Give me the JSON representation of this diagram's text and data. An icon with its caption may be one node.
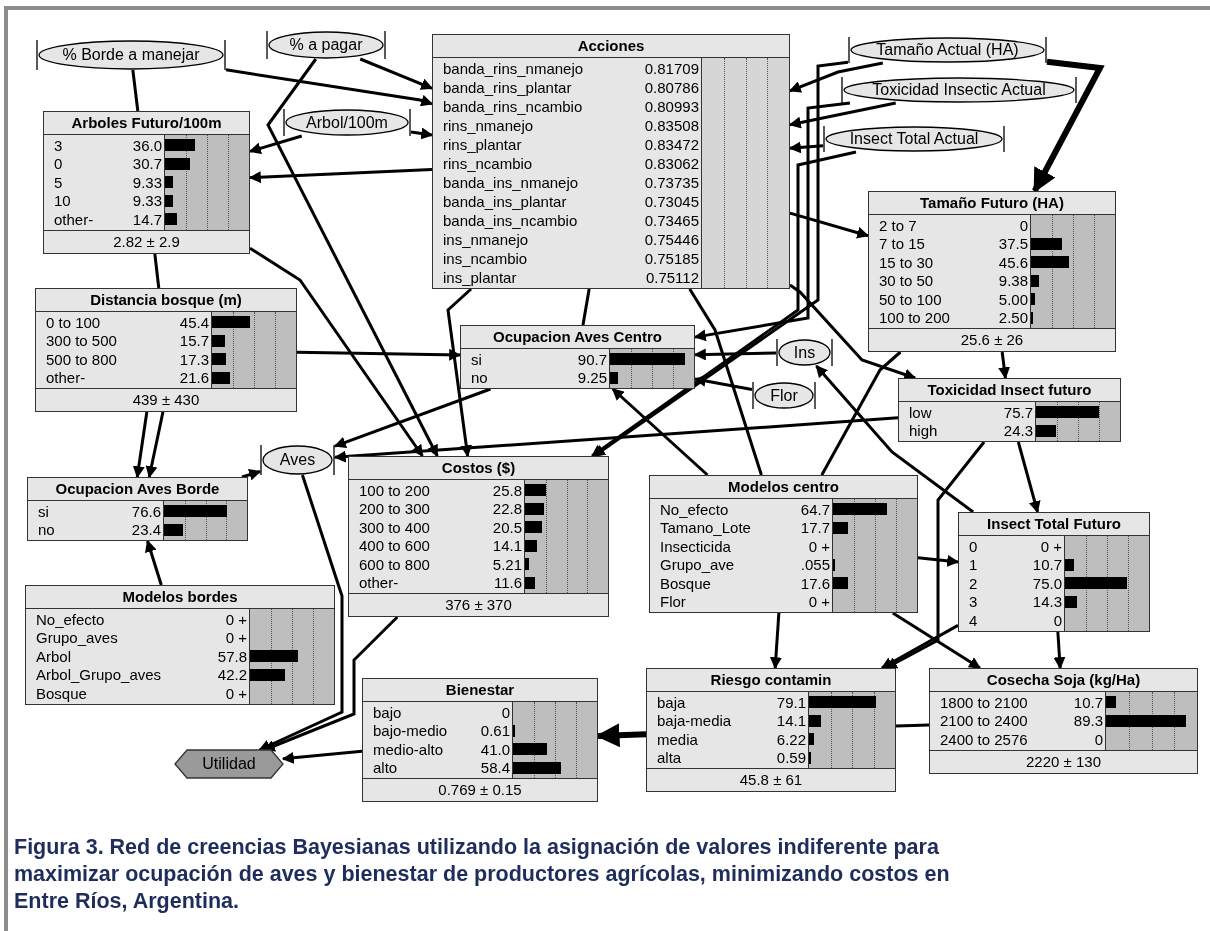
{
  "diagram": {
    "caption": "Figura 3. Red de creencias Bayesianas utilizando la asignación de valores indiferente para maximizar ocupación de aves y bienestar de productores agrícolas, minimizando costos en Entre Ríos, Argentina.",
    "nodes": [
      {
        "text": [
          "% Borde a manejar"
        ]
      },
      {
        "text": [
          "% a pagar"
        ]
      },
      {
        "text": [
          "Acciones",
          "banda_rins_nmanejo",
          "0.81709",
          "banda_rins_plantar",
          "0.80786",
          "banda_rins_ncambio",
          "0.80993",
          "rins_nmanejo",
          "0.83508",
          "rins_plantar",
          "0.83472",
          "rins_ncambio",
          "0.83062",
          "banda_ins_nmanejo",
          "0.73735",
          "banda_ins_plantar",
          "0.73045",
          "banda_ins_ncambio",
          "0.73465",
          "ins_nmanejo",
          "0.75446",
          "ins_ncambio",
          "0.75185",
          "ins_plantar",
          "0.75112"
        ]
      },
      {
        "text": [
          "Tamaño Actual (HA)"
        ]
      },
      {
        "text": [
          "Toxicidad Insectic Actual"
        ]
      },
      {
        "text": [
          "Arbol/100m"
        ]
      },
      {
        "text": [
          "Insect Total Actual"
        ]
      },
      {
        "text": [
          "Arboles Futuro/100m",
          "3",
          "36.0",
          "0",
          "30.7",
          "5",
          "9.33",
          "10",
          "9.33",
          "other-",
          "14.7",
          "2.82 ± 2.9"
        ]
      },
      {
        "text": [
          "Tamaño Futuro (HA)",
          "2 to 7",
          "0",
          "7 to 15",
          "37.5",
          "15 to 30",
          "45.6",
          "30 to 50",
          "9.38",
          "50 to 100",
          "5.00",
          "100 to 200",
          "2.50",
          "25.6 ± 26"
        ]
      },
      {
        "text": [
          "Distancia bosque (m)",
          "0 to 100",
          "45.4",
          "300 to 500",
          "15.7",
          "500 to 800",
          "17.3",
          "other-",
          "21.6",
          "439 ± 430"
        ]
      },
      {
        "text": [
          "Ocupacion Aves Centro",
          "si",
          "90.7",
          "no",
          "9.25"
        ]
      },
      {
        "text": [
          "Ins"
        ]
      },
      {
        "text": [
          "Flor"
        ]
      },
      {
        "text": [
          "Toxicidad Insect futuro",
          "low",
          "75.7",
          "high",
          "24.3"
        ]
      },
      {
        "text": [
          "Aves"
        ]
      },
      {
        "text": [
          "Costos ($)",
          "100 to 200",
          "25.8",
          "200 to 300",
          "22.8",
          "300 to 400",
          "20.5",
          "400 to 600",
          "14.1",
          "600 to 800",
          "5.21",
          "other-",
          "11.6",
          "376 ± 370"
        ]
      },
      {
        "text": [
          "Modelos centro",
          "No_efecto",
          "64.7",
          "Tamano_Lote",
          "17.7",
          "Insecticida",
          "0 +",
          "Grupo_ave",
          ".055",
          "Bosque",
          "17.6",
          "Flor",
          "0 +"
        ]
      },
      {
        "text": [
          "Ocupacion Aves Borde",
          "si",
          "76.6",
          "no",
          "23.4"
        ]
      },
      {
        "text": [
          "Insect Total Futuro",
          "0",
          "0 +",
          "1",
          "10.7",
          "2",
          "75.0",
          "3",
          "14.3",
          "4",
          "0"
        ]
      },
      {
        "text": [
          "Modelos bordes",
          "No_efecto",
          "0 +",
          "Grupo_aves",
          "0 +",
          "Arbol",
          "57.8",
          "Arbol_Grupo_aves",
          "42.2",
          "Bosque",
          "0 +"
        ]
      },
      {
        "text": [
          "Riesgo contamin",
          "baja",
          "79.1",
          "baja-media",
          "14.1",
          "media",
          "6.22",
          "alta",
          "0.59",
          "45.8 ± 61"
        ]
      },
      {
        "text": [
          "Cosecha Soja (kg/Ha)",
          "1800 to 2100",
          "10.7",
          "2100 to 2400",
          "89.3",
          "2400 to 2576",
          "0",
          "2220 ± 130"
        ]
      },
      {
        "text": [
          "Bienestar",
          "bajo",
          "0",
          "bajo-medio",
          "0.61",
          "medio-alto",
          "41.0",
          "alto",
          "58.4",
          "0.769 ± 0.15"
        ]
      },
      {
        "text": [
          "Utilidad"
        ]
      }
    ],
    "edges": [
      {
        "from": 0,
        "to": 2,
        "arrow": "to"
      },
      {
        "from": 0,
        "to": 7,
        "arrow": "none"
      },
      {
        "from": 1,
        "to": 2,
        "arrow": "to"
      },
      {
        "from": 1,
        "to": 15,
        "arrow": "to"
      },
      {
        "from": 5,
        "to": 7,
        "arrow": "to"
      },
      {
        "from": 5,
        "to": 2,
        "arrow": "to"
      },
      {
        "from": 2,
        "to": 7,
        "arrow": "to"
      },
      {
        "from": 3,
        "to": 2,
        "arrow": "to"
      },
      {
        "from": 4,
        "to": 2,
        "arrow": "to"
      },
      {
        "from": 6,
        "to": 2,
        "arrow": "to"
      },
      {
        "from": 3,
        "to": 8,
        "arrow": "to",
        "style": "thick"
      },
      {
        "from": 7,
        "to": 15,
        "arrow": "to"
      },
      {
        "from": 7,
        "to": 9,
        "arrow": "none"
      },
      {
        "from": 9,
        "to": 10,
        "arrow": "to"
      },
      {
        "from": 9,
        "to": 17,
        "arrow": "to"
      },
      {
        "from": 9,
        "to": 17,
        "arrow": "to"
      },
      {
        "from": 2,
        "to": 8,
        "arrow": "to"
      },
      {
        "from": 2,
        "to": 10,
        "arrow": "none"
      },
      {
        "from": 2,
        "to": 15,
        "arrow": "to"
      },
      {
        "from": 11,
        "to": 10,
        "arrow": "to"
      },
      {
        "from": 12,
        "to": 10,
        "arrow": "to"
      },
      {
        "from": 10,
        "to": 14,
        "arrow": "to"
      },
      {
        "from": 13,
        "to": 14,
        "arrow": "to"
      },
      {
        "from": 17,
        "to": 14,
        "arrow": "to"
      },
      {
        "from": 14,
        "to": 23,
        "arrow": "to"
      },
      {
        "from": 15,
        "to": 23,
        "arrow": "to"
      },
      {
        "from": 19,
        "to": 17,
        "arrow": "to"
      },
      {
        "from": 22,
        "to": 23,
        "arrow": "to"
      },
      {
        "from": 20,
        "to": 22,
        "arrow": "to",
        "style": "thick"
      },
      {
        "from": 21,
        "to": 20,
        "arrow": "none"
      },
      {
        "from": 16,
        "to": 10,
        "arrow": "to"
      },
      {
        "from": 16,
        "to": 18,
        "arrow": "to"
      },
      {
        "from": 16,
        "to": 20,
        "arrow": "to"
      },
      {
        "from": 16,
        "to": 21,
        "arrow": "to"
      },
      {
        "from": 13,
        "to": 18,
        "arrow": "to"
      },
      {
        "from": 8,
        "to": 13,
        "arrow": "to"
      },
      {
        "from": 18,
        "to": 11,
        "arrow": "to"
      },
      {
        "from": 18,
        "to": 20,
        "arrow": "to"
      },
      {
        "from": 18,
        "to": 21,
        "arrow": "to"
      },
      {
        "from": 13,
        "to": 20,
        "arrow": "to"
      },
      {
        "from": 8,
        "to": 16,
        "arrow": "none"
      },
      {
        "from": 2,
        "to": 16,
        "arrow": "none"
      },
      {
        "from": 3,
        "to": 15,
        "arrow": "to"
      },
      {
        "from": 6,
        "to": 15,
        "arrow": "to"
      },
      {
        "from": 4,
        "to": 10,
        "arrow": "to"
      },
      {
        "from": 2,
        "to": 13,
        "arrow": "to"
      }
    ]
  }
}
